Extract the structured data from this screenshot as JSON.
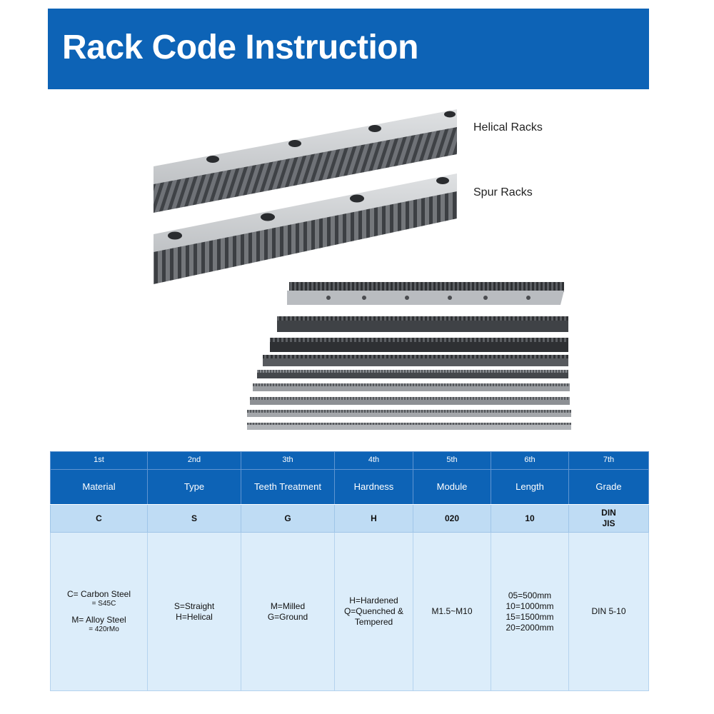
{
  "header": {
    "title": "Rack Code Instruction"
  },
  "figures": {
    "helical_label": "Helical Racks",
    "spur_label": "Spur Racks"
  },
  "table": {
    "ordinals": [
      "1st",
      "2nd",
      "3th",
      "4th",
      "5th",
      "6th",
      "7th"
    ],
    "headings": [
      "Material",
      "Type",
      "Teeth Treatment",
      "Hardness",
      "Module",
      "Length",
      "Grade"
    ],
    "sample": [
      "C",
      "S",
      "G",
      "H",
      "020",
      "10",
      "DIN",
      "JIS"
    ],
    "desc": {
      "material": [
        "C= Carbon Steel",
        "= S45C",
        "M= Alloy Steel",
        "= 420rMo"
      ],
      "type": [
        "S=Straight",
        "H=Helical"
      ],
      "teeth": [
        "M=Milled",
        "G=Ground"
      ],
      "hardness": [
        "H=Hardened",
        "Q=Quenched &",
        "Tempered"
      ],
      "module": [
        "M1.5~M10"
      ],
      "length": [
        "05=500mm",
        "10=1000mm",
        "15=1500mm",
        "20=2000mm"
      ],
      "grade": [
        "DIN 5-10"
      ]
    }
  },
  "colors": {
    "banner": "#0d63b6",
    "sample_row": "#bfdcf4",
    "desc_row": "#dcedfa"
  }
}
